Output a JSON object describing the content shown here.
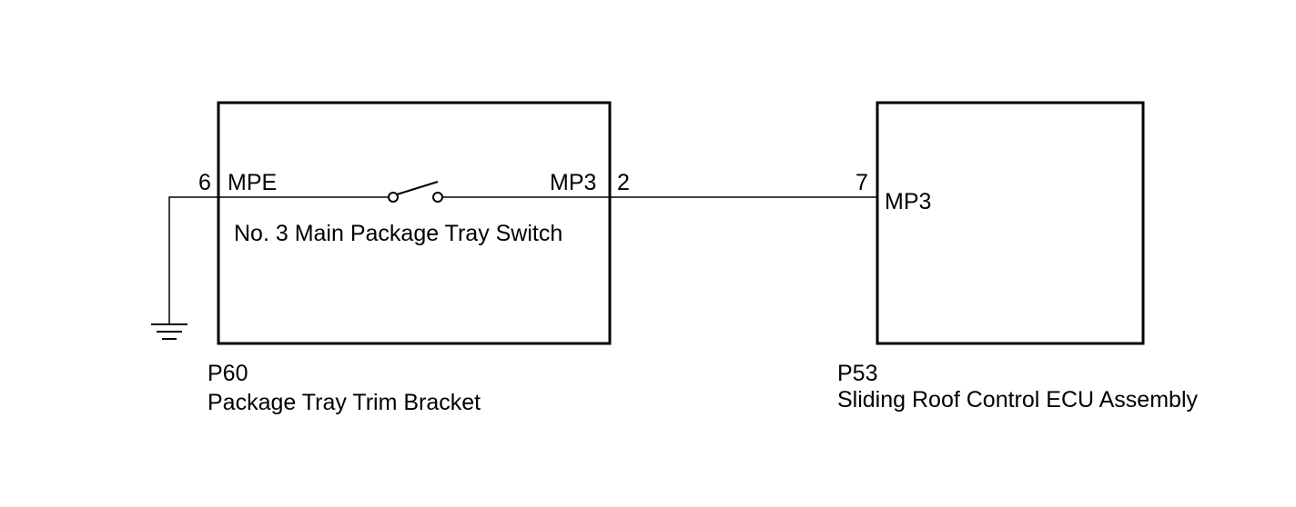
{
  "components": [
    {
      "id": "P60",
      "code": "P60",
      "name": "Package Tray Trim Bracket",
      "internal_label": "No. 3 Main Package Tray Switch",
      "terminals": [
        {
          "pin": "6",
          "name": "MPE"
        },
        {
          "pin": "2",
          "name": "MP3"
        }
      ]
    },
    {
      "id": "P53",
      "code": "P53",
      "name": "Sliding Roof Control ECU Assembly",
      "terminals": [
        {
          "pin": "7",
          "name": "MP3"
        }
      ]
    }
  ],
  "connections": [
    {
      "from": "P60.6",
      "to": "ground"
    },
    {
      "from": "P60.2",
      "to": "P53.7"
    }
  ],
  "colors": {
    "line": "#000000",
    "background": "#ffffff"
  }
}
